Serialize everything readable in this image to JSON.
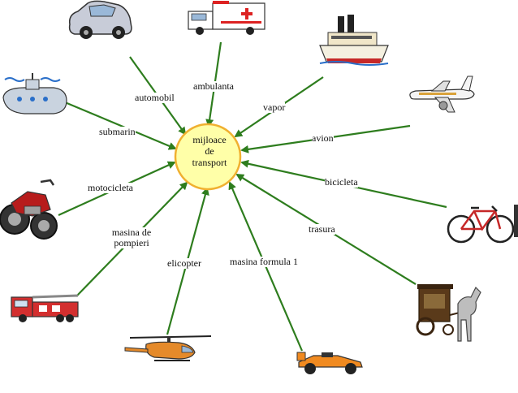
{
  "diagram": {
    "center": {
      "lines": [
        "mijloace",
        "de",
        "transport"
      ],
      "fill": "#ffffa8",
      "stroke": "#f0b030"
    },
    "arrow_color": "#2e7d1e",
    "nodes": [
      {
        "id": "automobil",
        "label": "automobil",
        "icon": "car-icon"
      },
      {
        "id": "ambulanta",
        "label": "ambulanta",
        "icon": "ambulance-icon"
      },
      {
        "id": "vapor",
        "label": "vapor",
        "icon": "steamship-icon"
      },
      {
        "id": "avion",
        "label": "avion",
        "icon": "airplane-icon"
      },
      {
        "id": "bicicleta",
        "label": "bicicleta",
        "icon": "bicycle-icon"
      },
      {
        "id": "trasura",
        "label": "trasura",
        "icon": "horse-carriage-icon"
      },
      {
        "id": "masina-formula",
        "label": "masina formula 1",
        "icon": "race-car-icon"
      },
      {
        "id": "elicopter",
        "label": "elicopter",
        "icon": "helicopter-icon"
      },
      {
        "id": "masina-pompieri",
        "label": "masina de pompieri",
        "icon": "fire-truck-icon"
      },
      {
        "id": "motocicleta",
        "label": "motocicleta",
        "icon": "motorcycle-icon"
      },
      {
        "id": "submarin",
        "label": "submarin",
        "icon": "submarine-icon"
      }
    ]
  }
}
